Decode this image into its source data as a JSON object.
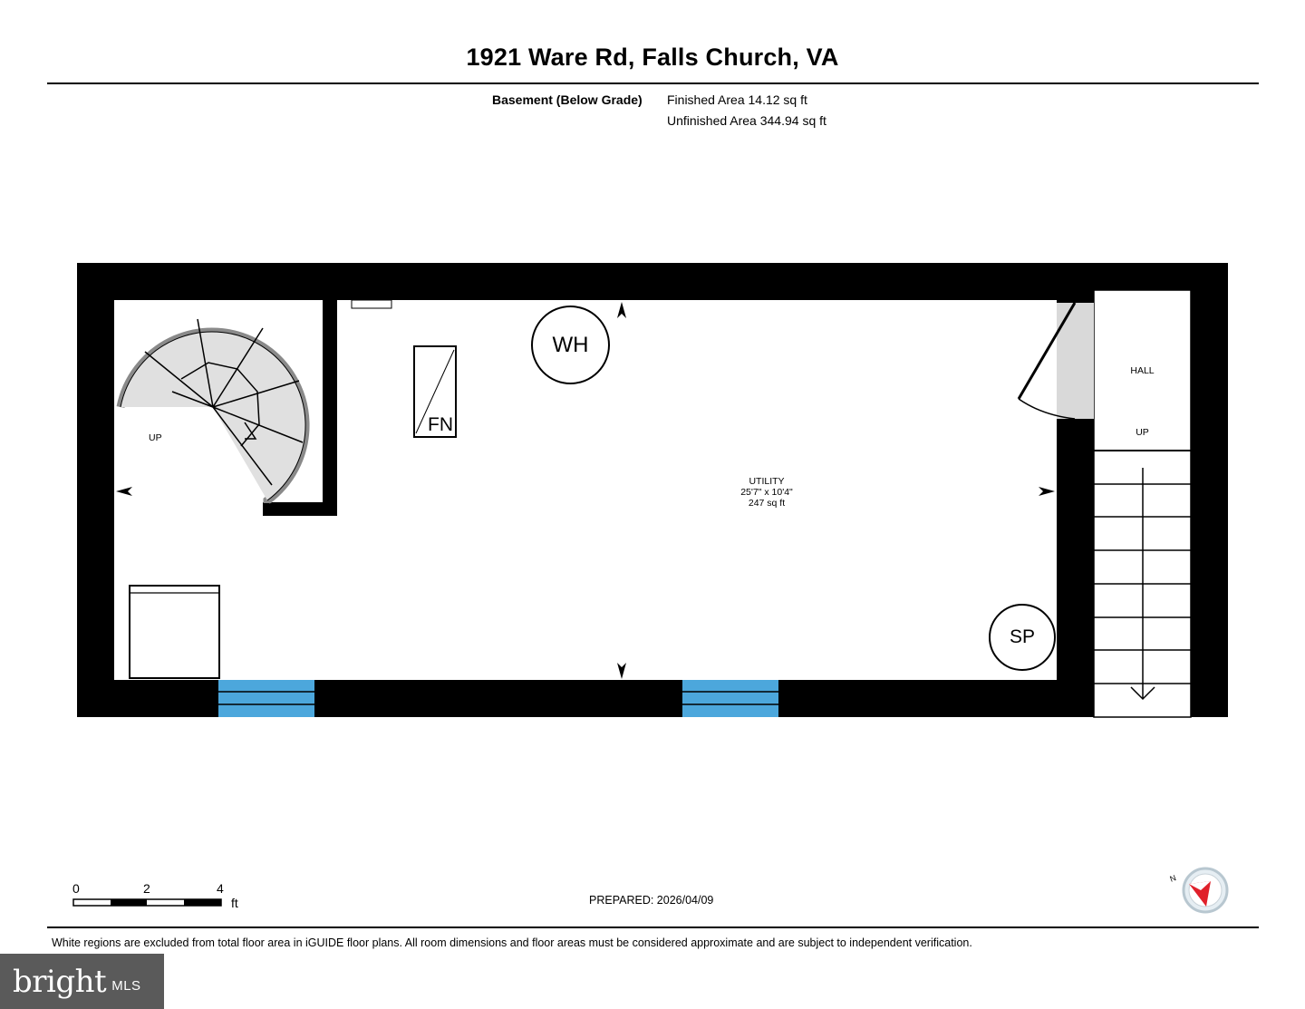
{
  "header": {
    "title": "1921 Ware Rd, Falls Church, VA",
    "level_name": "Basement (Below Grade)",
    "finished_area": "Finished Area 14.12 sq ft",
    "unfinished_area": "Unfinished Area 344.94 sq ft"
  },
  "plan": {
    "labels": {
      "up_spiral": "UP",
      "fn": "FN",
      "wh": "WH",
      "sp": "SP",
      "hall": "HALL",
      "up_hall": "UP"
    },
    "room": {
      "name": "UTILITY",
      "dimensions": "25'7\" x 10'4\"",
      "area": "247 sq ft"
    },
    "colors": {
      "wall": "#000000",
      "window": "#4ca7dc",
      "stair_fill": "#e0e0e0",
      "door_fill": "#d9d9d9"
    }
  },
  "scale_bar": {
    "labels": [
      "0",
      "2",
      "4"
    ],
    "unit": "ft"
  },
  "prepared": "PREPARED: 2026/04/09",
  "compass": {
    "north_label": "N"
  },
  "footer": {
    "disclaimer": "White regions are excluded from total floor area in iGUIDE floor plans. All room dimensions and floor areas must be considered approximate and are subject to independent verification."
  },
  "logo": {
    "brand": "bright",
    "suffix": "MLS"
  }
}
